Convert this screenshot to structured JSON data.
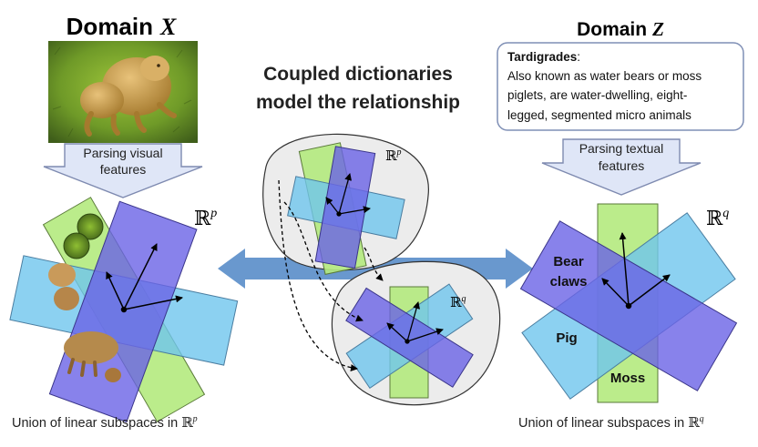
{
  "left_panel": {
    "domain_title": "Domain",
    "domain_var": "X",
    "photo_alt": "tardigrade microscope photo",
    "arrow_line1": "Parsing visual",
    "arrow_line2": "features",
    "space_label_base": "ℝ",
    "space_label_sup": "p",
    "caption_text": "Union of linear subspaces in ",
    "caption_space": "ℝ",
    "caption_sup": "p"
  },
  "center_panel": {
    "title_line1": "Coupled dictionaries",
    "title_line2": "model the relationship",
    "top_blob_label_base": "ℝ",
    "top_blob_label_sup": "p",
    "bottom_blob_label_base": "ℝ",
    "bottom_blob_label_sup": "q"
  },
  "right_panel": {
    "domain_title": "Domain",
    "domain_var": "Z",
    "text_box_title": "Tardigrades",
    "text_box_colon": ":",
    "text_box_lines": [
      "Also known as water bears or moss",
      "piglets, are water-dwelling, eight-",
      "legged, segmented micro animals"
    ],
    "arrow_line1": "Parsing textual",
    "arrow_line2": "features",
    "space_label_base": "ℝ",
    "space_label_sup": "q",
    "plane_labels": {
      "bear_line1": "Bear",
      "bear_line2": "claws",
      "pig": "Pig",
      "moss": "Moss"
    },
    "caption_text": "Union of linear subspaces in ",
    "caption_space": "ℝ",
    "caption_sup": "q"
  },
  "colors": {
    "plane_blue": "#6fc6ee",
    "plane_purple": "#6a63e6",
    "plane_green": "#b4ea7e",
    "double_arrow": "#4f86c6",
    "down_arrow_fill": "#dfe6f7",
    "down_arrow_stroke": "#7e8ab0",
    "blob_fill": "#ececec"
  }
}
